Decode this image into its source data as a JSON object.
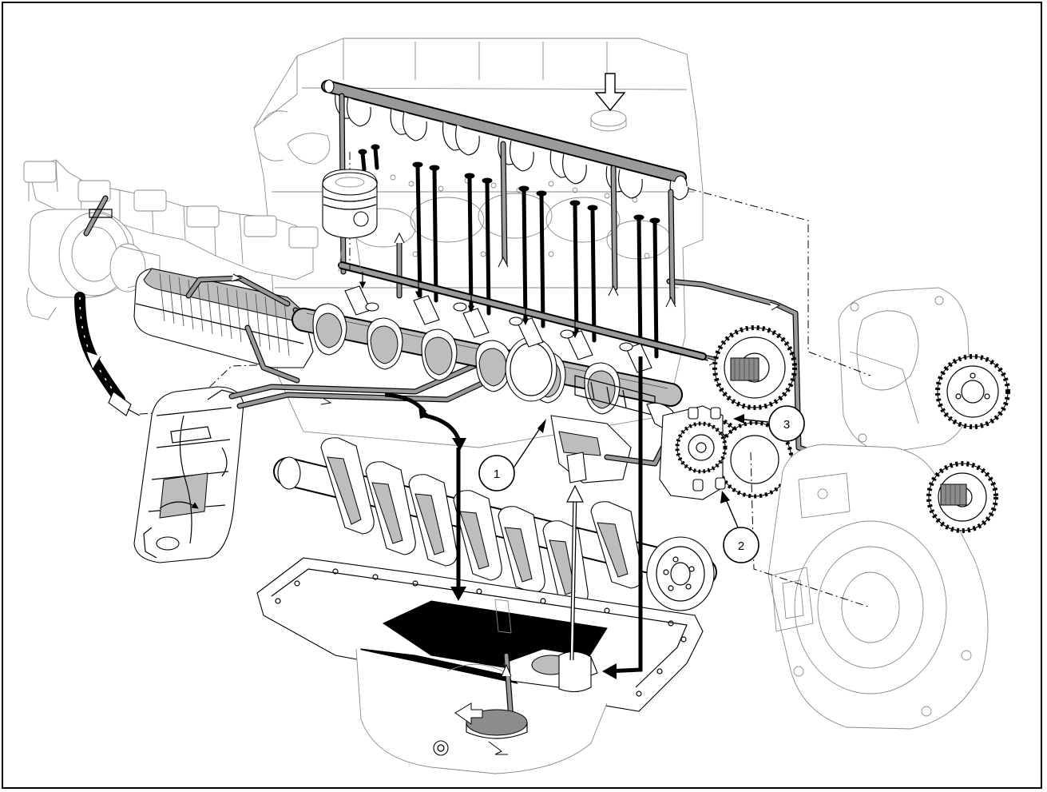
{
  "figure": {
    "type": "exploded engine lubrication system diagram",
    "colors": {
      "line": "#000000",
      "shade": "#bdbdbd",
      "shade_dark": "#8c8c8c",
      "ghost": "#8a8a8a",
      "background": "#ffffff"
    }
  },
  "callouts": [
    {
      "id": "callout-1",
      "label": "1"
    },
    {
      "id": "callout-2",
      "label": "2"
    },
    {
      "id": "callout-3",
      "label": "3"
    }
  ]
}
